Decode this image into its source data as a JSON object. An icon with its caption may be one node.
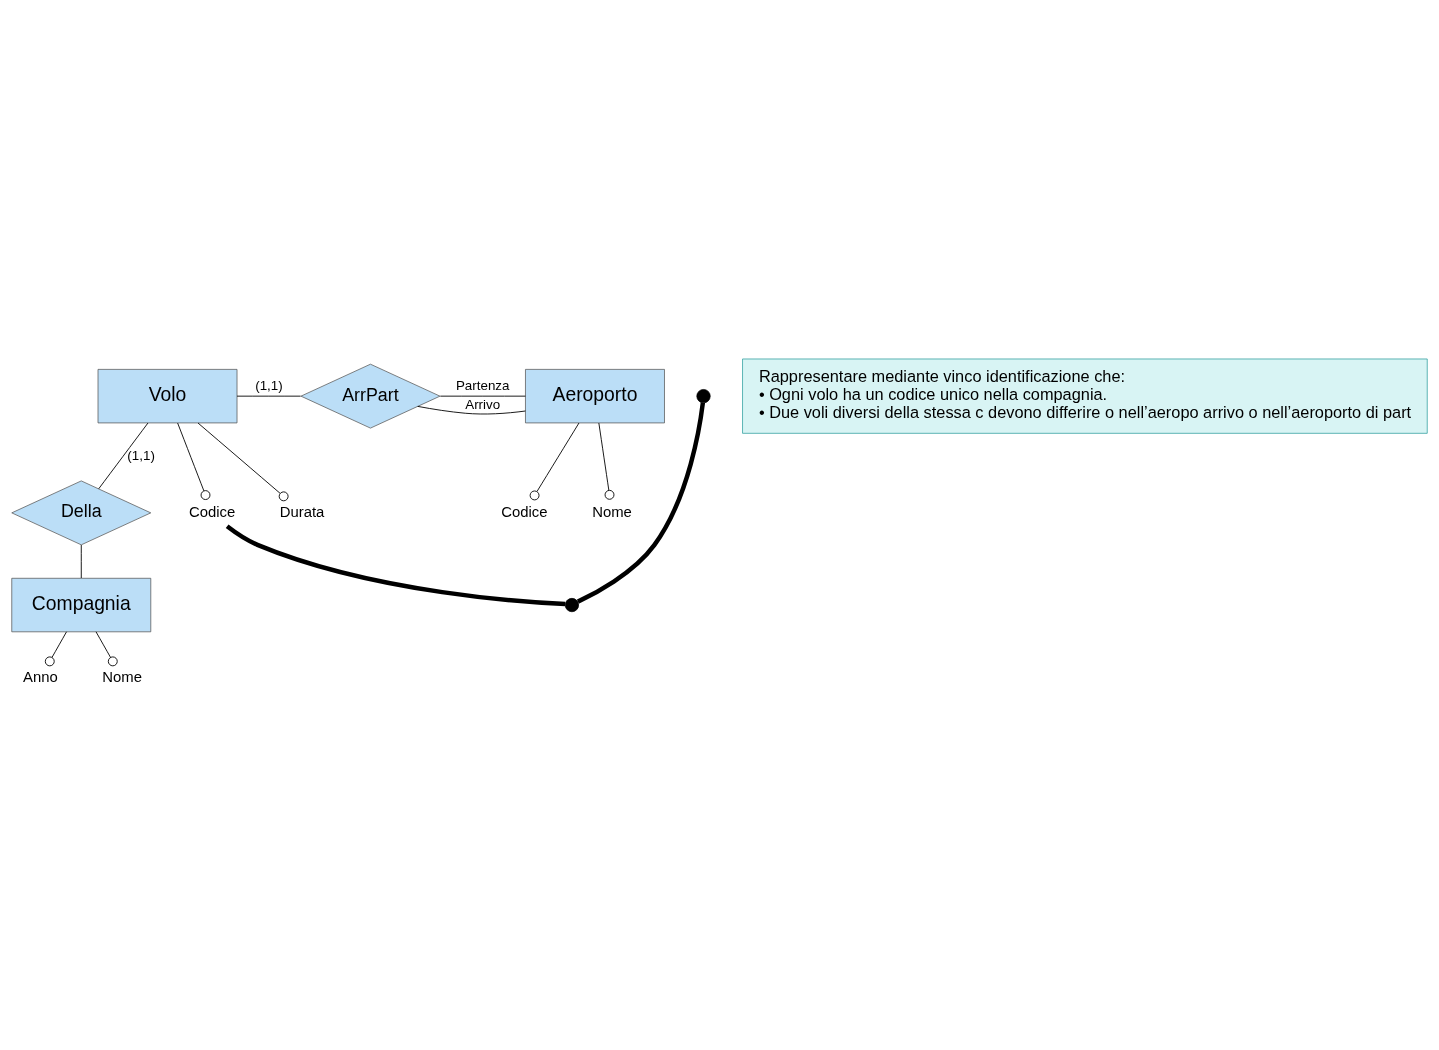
{
  "diagram": {
    "nodes": [
      {
        "text": [
          "Volo"
        ]
      },
      {
        "text": [
          "ArrPart"
        ]
      },
      {
        "text": [
          "Aeroporto"
        ]
      },
      {
        "text": [
          "Della"
        ]
      },
      {
        "text": [
          "Compagnia"
        ]
      },
      {
        "text": [
          "Codice"
        ]
      },
      {
        "text": [
          "Durata"
        ]
      },
      {
        "text": [
          "Nome"
        ]
      },
      {
        "text": [
          "Codice"
        ]
      },
      {
        "text": [
          "Anno"
        ]
      },
      {
        "text": [
          "Nome"
        ]
      },
      {
        "text": [],
        "shape": "circle"
      },
      {
        "text": [],
        "shape": "circle"
      },
      {
        "text": [
          "Rappresentare mediante vinco identificazione che:",
          "• Ogni volo ha un codice unico nella compagnia.",
          "• Due voli diversi della stessa c devono differire o nell’aeropo arrivo o nell’aeroporto di part"
        ]
      }
    ],
    "edges": [
      {
        "from": 0,
        "to": 1,
        "arrow": "none",
        "label": "(1,1)"
      },
      {
        "from": 1,
        "to": 2,
        "arrow": "none",
        "label": "Arrivo"
      },
      {
        "from": 1,
        "to": 2,
        "arrow": "none",
        "label": "Partenza"
      },
      {
        "from": 0,
        "to": 3,
        "arrow": "none",
        "label": "(1,1)"
      },
      {
        "from": 3,
        "to": 4,
        "arrow": "none"
      },
      {
        "from": 0,
        "to": 5,
        "arrow": "other"
      },
      {
        "from": 0,
        "to": 6,
        "arrow": "other"
      },
      {
        "from": 2,
        "to": 7,
        "arrow": "other"
      },
      {
        "from": 2,
        "to": 8,
        "arrow": "other"
      },
      {
        "from": 4,
        "to": 9,
        "arrow": "other"
      },
      {
        "from": 4,
        "to": 10,
        "arrow": "other"
      },
      {
        "from": 5,
        "to": 12,
        "arrow": "none",
        "style": "thick"
      },
      {
        "from": 12,
        "to": 11,
        "arrow": "none",
        "style": "thick"
      }
    ]
  }
}
